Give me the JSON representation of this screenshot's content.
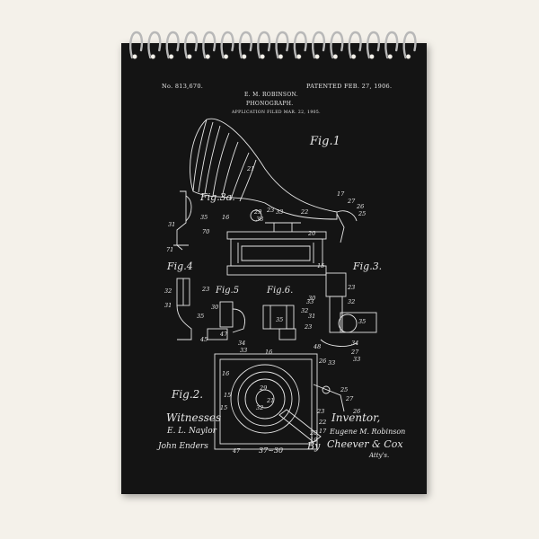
{
  "patent": {
    "number": "No. 813,670.",
    "date": "PATENTED FEB. 27, 1906.",
    "inventor_name": "E. M. ROBINSON.",
    "title": "PHONOGRAPH.",
    "filed": "APPLICATION FILED MAR. 22, 1905."
  },
  "figures": {
    "fig1": "Fig.1",
    "fig2": "Fig.2.",
    "fig3": "Fig.3.",
    "fig3a": "Fig.3a.",
    "fig4": "Fig.4",
    "fig5": "Fig.5",
    "fig6": "Fig.6."
  },
  "footer": {
    "witnesses": "Witnesses",
    "inventor": "Inventor,",
    "inventor_signature": "Eugene M. Robinson",
    "by": "By",
    "attorney_signature": "Cheever & Cox",
    "witness1": "E. L. Naylor",
    "witness2": "John Enders",
    "attys": "Atty's.",
    "ref_bottom": "37~30"
  },
  "colors": {
    "background": "#f4f1ea",
    "notebook": "#141414",
    "ink": "#e8e8e8",
    "spiral": "#b8b8b8"
  }
}
